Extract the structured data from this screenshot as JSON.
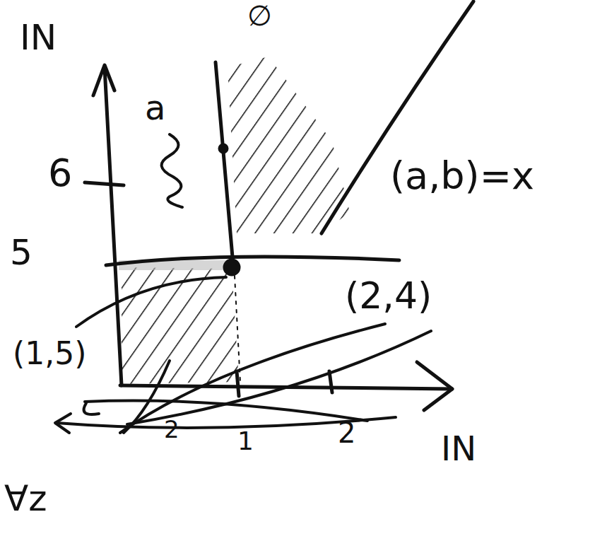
{
  "diagram": {
    "labels": [
      "IN",
      "∅",
      "a",
      "6",
      "5",
      "(a,b)=x",
      "(2,4)",
      "(1,5)",
      "2",
      "1",
      "2",
      "IN",
      "∀z"
    ]
  }
}
